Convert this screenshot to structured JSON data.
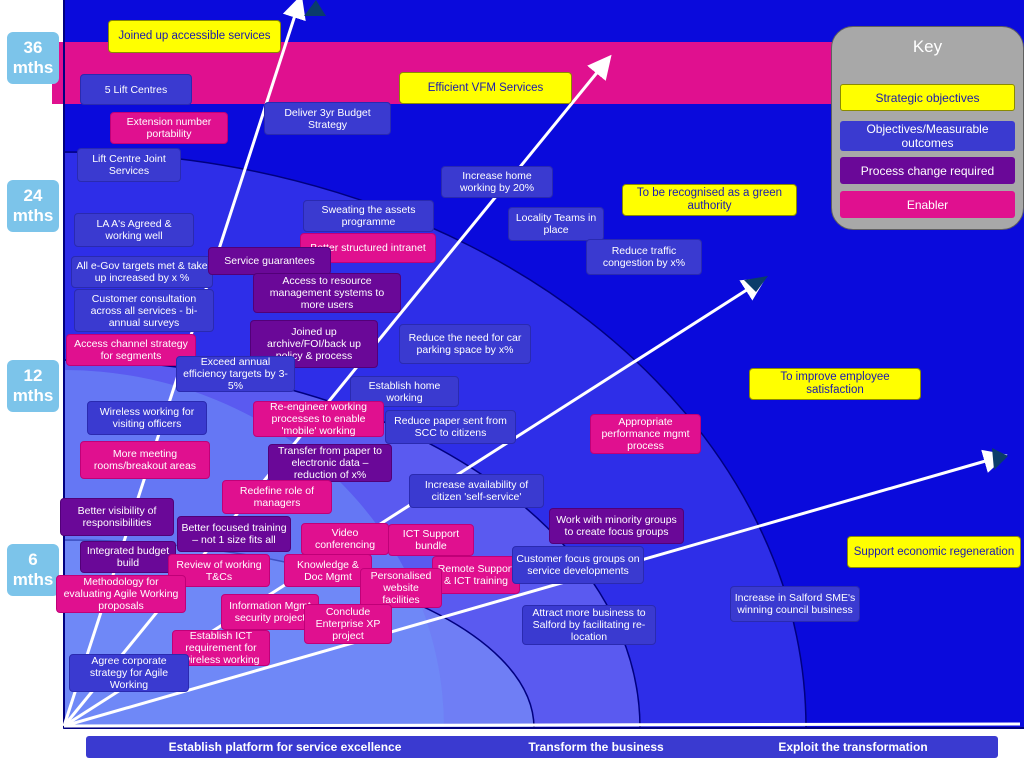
{
  "months": [
    "36 mths",
    "24 mths",
    "12 mths",
    "6 mths"
  ],
  "key": {
    "title": "Key",
    "items": [
      "Strategic objectives",
      "Objectives/Measurable outcomes",
      "Process change required",
      "Enabler"
    ]
  },
  "phases": [
    "Establish platform for service excellence",
    "Transform the business",
    "Exploit the transformation"
  ],
  "boxes": {
    "joined_up_accessible": "Joined up accessible services",
    "lift_centres": "5 Lift Centres",
    "extension_number": "Extension number portability",
    "budget_strategy": "Deliver 3yr Budget Strategy",
    "efficient_vfm": "Efficient VFM Services",
    "lift_joint": "Lift Centre Joint Services",
    "increase_home_working": "Increase home working by 20%",
    "green_authority": "To be recognised as a green authority",
    "sweating_assets": "Sweating the assets programme",
    "locality_teams": "Locality Teams in place",
    "laa": "LA A's Agreed & working well",
    "better_intranet": "Better structured intranet",
    "reduce_traffic": "Reduce traffic congestion by x%",
    "service_guarantees": "Service guarantees",
    "egov": "All e-Gov targets met & take up increased by x %",
    "resource_mgmt": "Access to resource management systems to more users",
    "customer_consultation": "Customer consultation across all services  - bi-annual surveys",
    "archive_foi": "Joined up archive/FOI/back up policy & process",
    "car_parking": "Reduce the need for car parking space by x%",
    "access_channel": "Access channel strategy for segments",
    "annual_efficiency": "Exceed annual efficiency targets by 3-5%",
    "home_working": "Establish home working",
    "employee_satisfaction": "To improve employee satisfaction",
    "wireless": "Wireless working for visiting officers",
    "reengineer": "Re-engineer working processes to enable 'mobile' working",
    "reduce_paper": "Reduce paper sent from SCC to citizens",
    "performance_mgmt": "Appropriate performance mgmt process",
    "meeting_rooms": "More meeting rooms/breakout areas",
    "transfer_paper": "Transfer from paper to electronic data – reduction of x%",
    "self_service": "Increase availability of citizen 'self-service'",
    "redefine_managers": "Redefine role of managers",
    "visibility": "Better visibility of responsibilities",
    "better_training": "Better focused training – not 1 size fits all",
    "minority_groups": "Work with minority groups to create focus groups",
    "video_conf": "Video conferencing",
    "ict_support": "ICT Support bundle",
    "economic_regen": "Support economic regeneration",
    "integrated_budget": "Integrated budget build",
    "review_tcs": "Review of working T&Cs",
    "knowledge_doc": "Knowledge & Doc Mgmt",
    "remote_support": "Remote Support & ICT training",
    "customer_focus": "Customer focus groups on service developments",
    "methodology": "Methodology for evaluating Agile Working proposals",
    "personalised_web": "Personalised website facilities",
    "sme": "Increase in Salford SME's winning council business",
    "info_security": "Information Mgmt security project",
    "conclude_xp": "Conclude Enterprise XP project",
    "attract_business": "Attract more business to Salford by facilitating re-location",
    "ict_wireless": "Establish ICT requirement for wireless working",
    "agile_strategy": "Agree corporate strategy for Agile Working"
  }
}
